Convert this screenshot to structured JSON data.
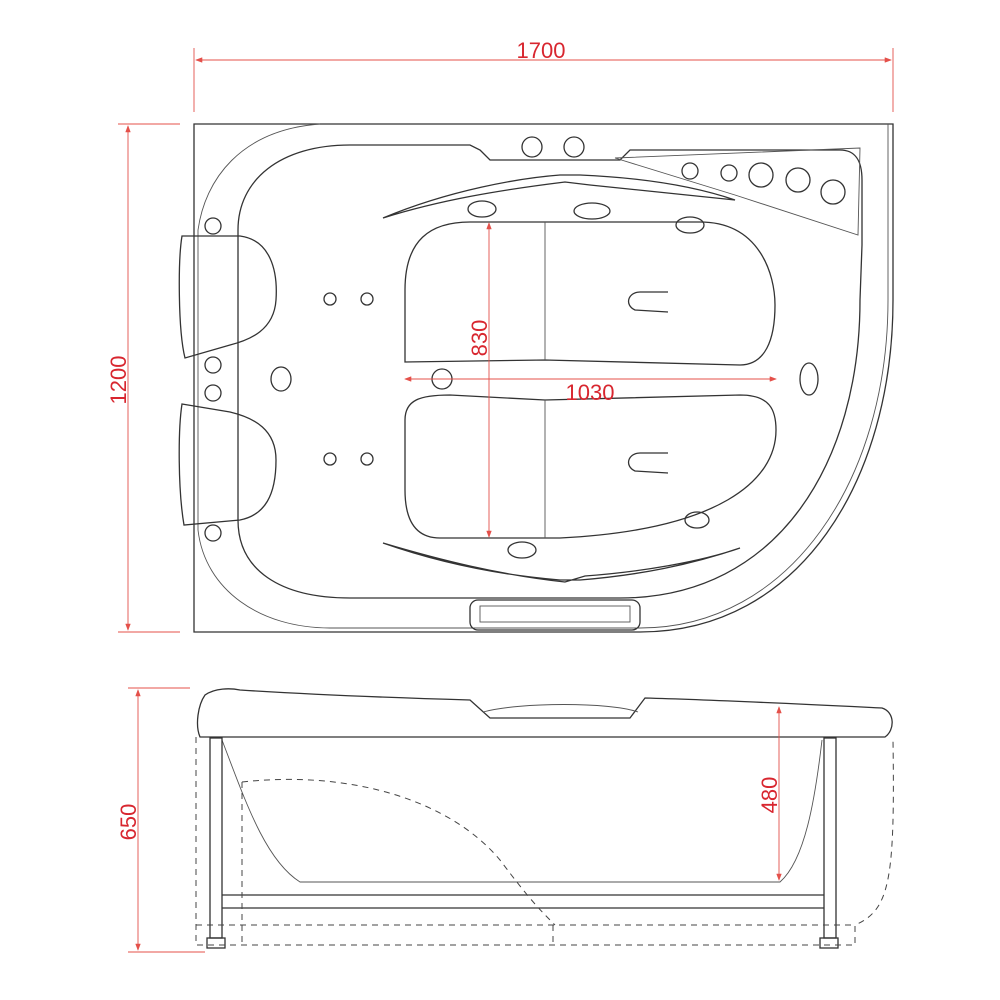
{
  "title": "Corner whirlpool bathtub dimension drawing",
  "colors": {
    "dimension": "#d8262f",
    "outline": "#333333"
  },
  "top_view": {
    "width_label": "1700",
    "depth_label": "1200",
    "seat_depth_label": "830",
    "seat_length_label": "1030"
  },
  "side_view": {
    "height_label": "650",
    "inner_depth_label": "480"
  }
}
